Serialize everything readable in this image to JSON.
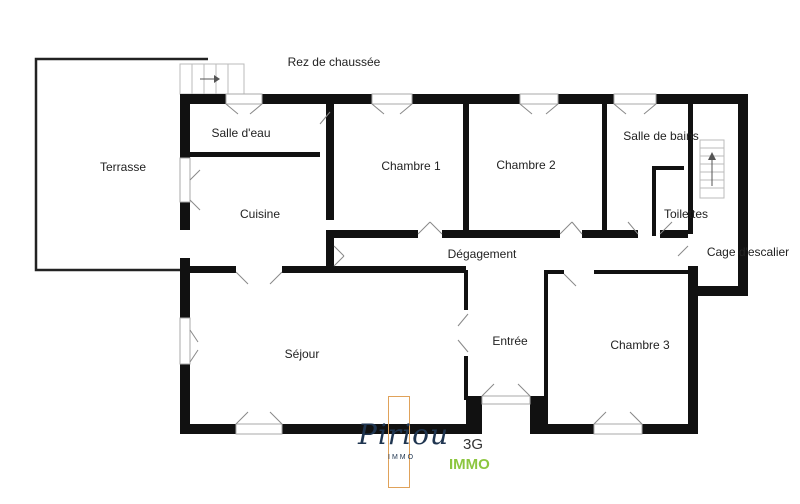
{
  "plan": {
    "title": "Rez de chaussée",
    "rooms": [
      {
        "id": "terrasse",
        "label": "Terrasse"
      },
      {
        "id": "salle-deau",
        "label": "Salle d'eau"
      },
      {
        "id": "cuisine",
        "label": "Cuisine"
      },
      {
        "id": "chambre-1",
        "label": "Chambre 1"
      },
      {
        "id": "chambre-2",
        "label": "Chambre 2"
      },
      {
        "id": "salle-de-bains",
        "label": "Salle de bains"
      },
      {
        "id": "toilettes",
        "label": "Toilettes"
      },
      {
        "id": "degagement",
        "label": "Dégagement"
      },
      {
        "id": "cage-escalier",
        "label": "Cage d'escalier"
      },
      {
        "id": "sejour",
        "label": "Séjour"
      },
      {
        "id": "entree",
        "label": "Entrée"
      },
      {
        "id": "chambre-3",
        "label": "Chambre 3"
      }
    ]
  },
  "logo": {
    "script": "Piriou",
    "sub": "IMMO",
    "part1": "3G",
    "part2": "IMMO"
  }
}
